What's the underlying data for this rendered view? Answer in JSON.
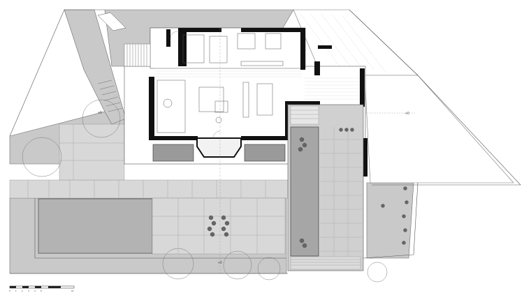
{
  "plan": {
    "scale_bar_labels": [
      "0",
      "1",
      "2",
      "3",
      "4",
      "5",
      "10"
    ],
    "level_marks": {
      "garden": "+0",
      "deck": "+0",
      "terrace": "+0"
    },
    "colors": {
      "site_fill": "#c9c9c9",
      "paving_fill": "#d8d8d8",
      "pool_fill": "#b3b3b3",
      "slab_fill": "#eeeeee",
      "wall": "#111111",
      "line": "#555555",
      "background": "#ffffff"
    },
    "vegetation_icon": "shrub-cluster-icon",
    "tree_icon": "tree-canopy-icon"
  }
}
